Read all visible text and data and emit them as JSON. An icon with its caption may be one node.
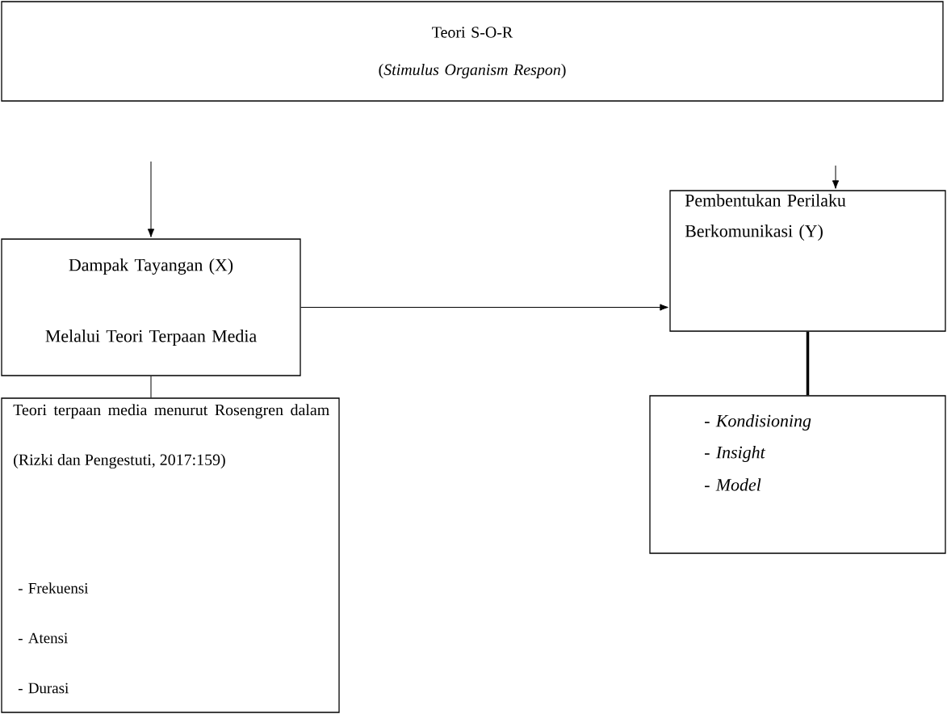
{
  "diagram": {
    "nodes": [
      {
        "text": [
          "Teori S-O-R",
          "(*Stimulus Organism Respon*)"
        ]
      },
      {
        "text": [
          "Dampak Tayangan (X)",
          "Melalui Teori Terpaan Media"
        ]
      },
      {
        "text": [
          "Pembentukan Perilaku Berkomunikasi (Y)"
        ]
      },
      {
        "text": [
          "Teori terpaan media menurut Rosengren dalam (Rizki dan Pengestuti, 2017:159)",
          "- Frekuensi",
          "- Atensi",
          "- Durasi"
        ]
      },
      {
        "text": [
          "- *Kondisioning*",
          "- *Insight*",
          "- *Model*"
        ]
      }
    ],
    "edges": [
      {
        "from": null,
        "to": 1,
        "arrow": "to"
      },
      {
        "from": null,
        "to": 2,
        "arrow": "to"
      },
      {
        "from": 1,
        "to": 2,
        "arrow": "to"
      },
      {
        "from": 1,
        "to": 3,
        "arrow": "none"
      },
      {
        "from": 2,
        "to": 4,
        "arrow": "none",
        "style": "thick"
      }
    ]
  }
}
